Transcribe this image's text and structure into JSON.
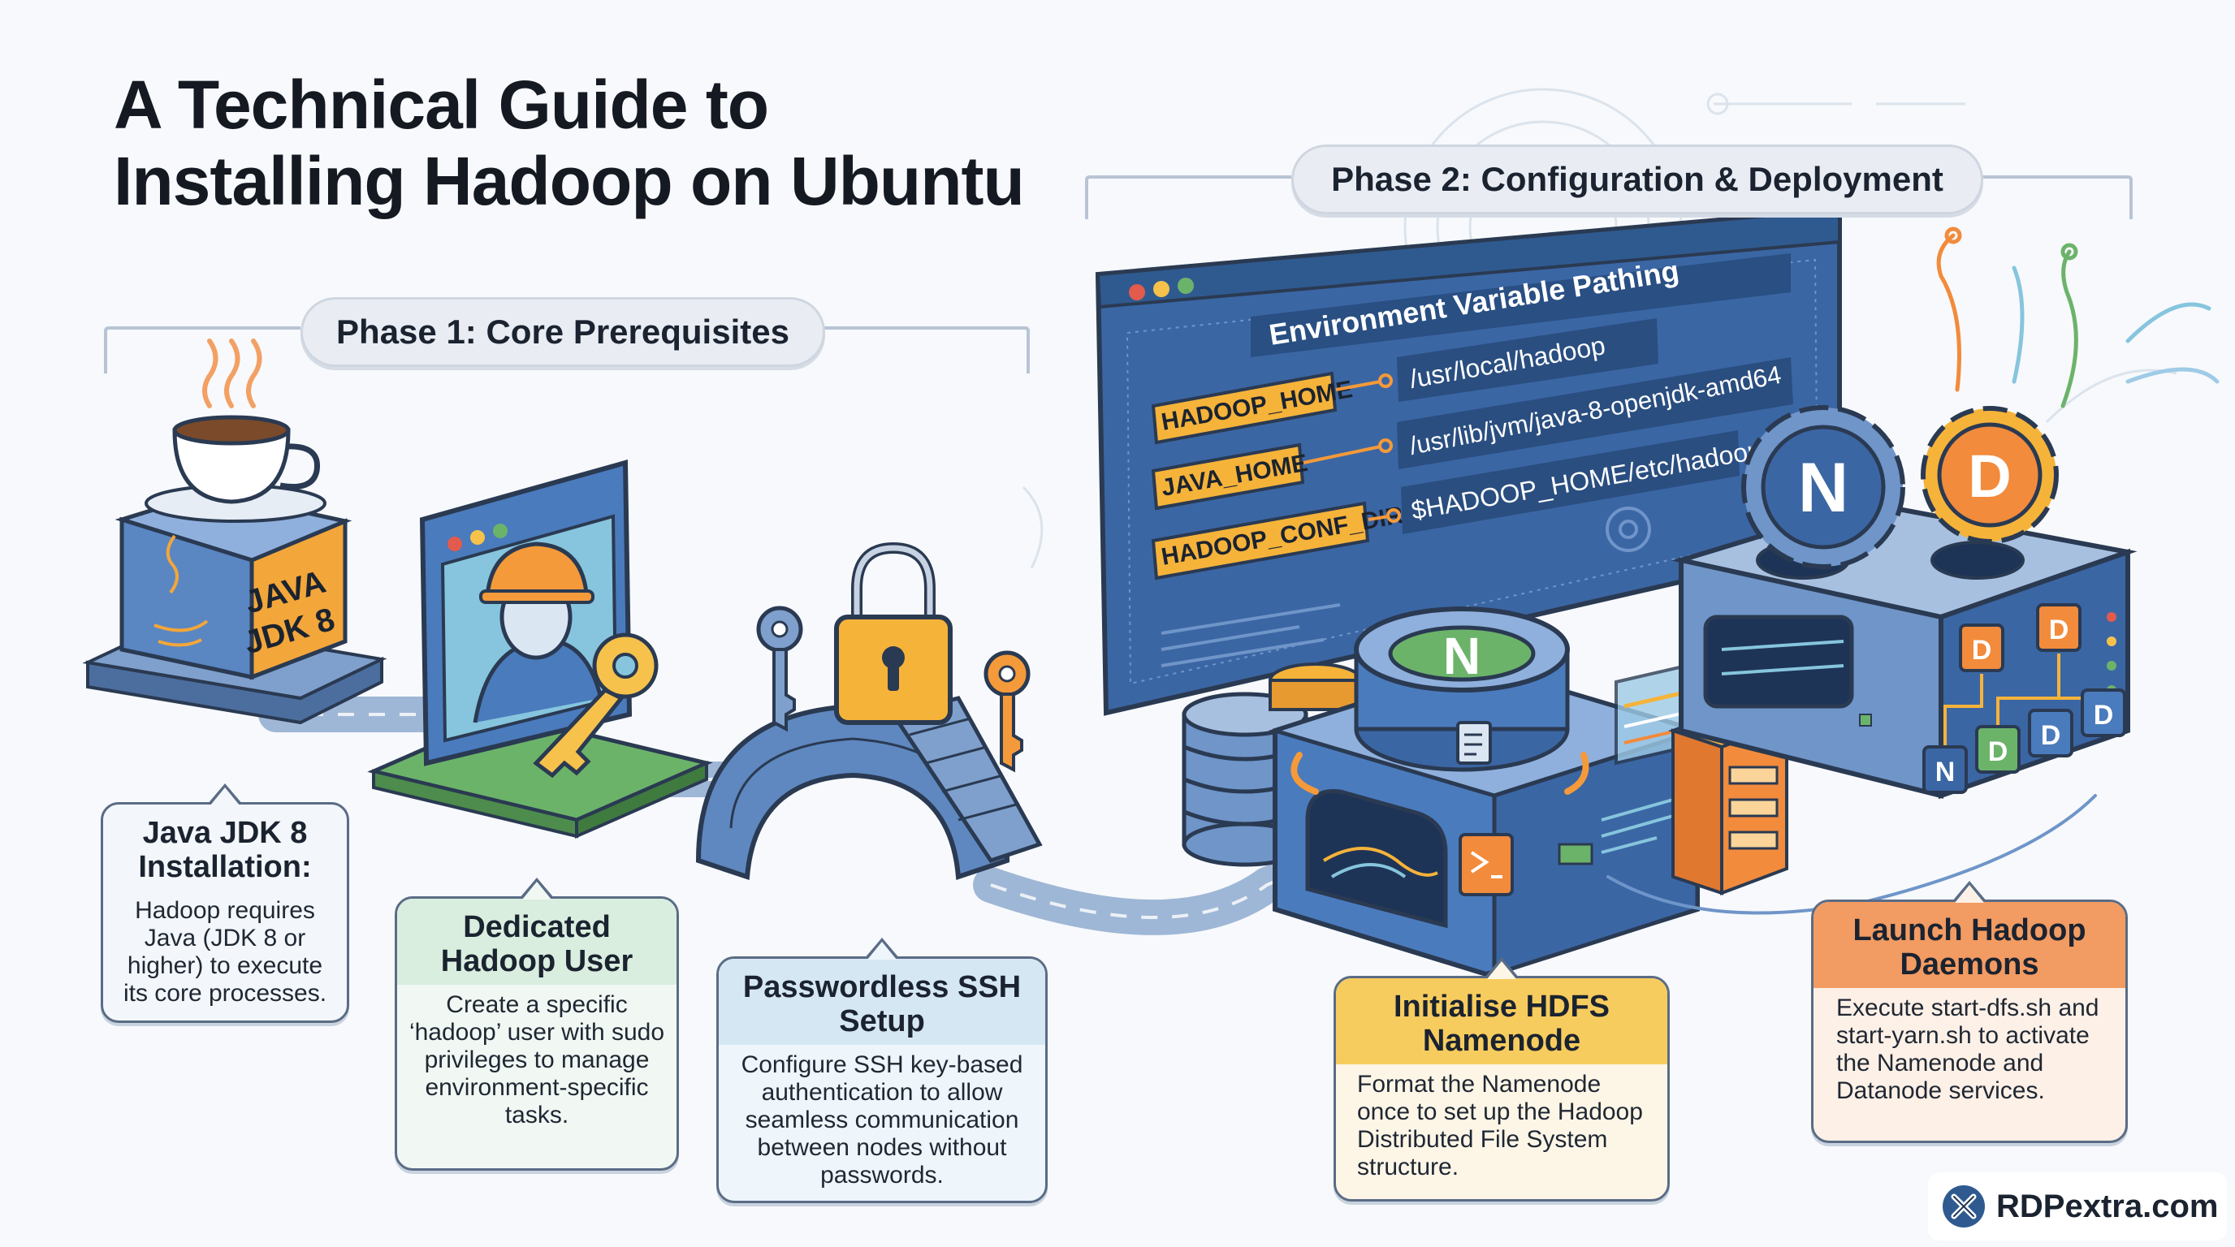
{
  "title": {
    "line1": "A Technical Guide to",
    "line2": "Installing Hadoop on Ubuntu"
  },
  "phases": {
    "phase1": "Phase 1: Core Prerequisites",
    "phase2": "Phase 2: Configuration & Deployment"
  },
  "java_box": {
    "label_line1": "JAVA",
    "label_line2": "JDK 8"
  },
  "env_panel": {
    "title": "Environment Variable Pathing",
    "vars": [
      {
        "name": "HADOOP_HOME",
        "value": "/usr/local/hadoop"
      },
      {
        "name": "JAVA_HOME",
        "value": "/usr/lib/jvm/java-8-openjdk-amd64"
      },
      {
        "name": "HADOOP_CONF_DIR",
        "value": "$HADOOP_HOME/etc/hadoop"
      }
    ]
  },
  "nodes": {
    "namenode_letter": "N",
    "datanode_letter": "D",
    "cluster_letters": [
      "D",
      "D",
      "N",
      "D",
      "D",
      "D"
    ]
  },
  "steps": [
    {
      "title": "Java JDK 8 Installation:",
      "body": "Hadoop requires Java (JDK 8 or higher) to execute its core processes."
    },
    {
      "title": "Dedicated Hadoop User",
      "body": "Create a specific ‘hadoop’ user with sudo privileges to manage environment-specific tasks."
    },
    {
      "title": "Passwordless SSH Setup",
      "body": "Configure SSH key-based authentication to allow seamless communication between nodes without passwords."
    },
    {
      "title": "Initialise HDFS Namenode",
      "body": "Format the Namenode once to set up the Hadoop Distributed File System structure."
    },
    {
      "title": "Launch Hadoop Daemons",
      "body": "Execute start-dfs.sh and start-yarn.sh to activate the Namenode and Datanode services."
    }
  ],
  "brand": {
    "name": "RDPextra.com"
  },
  "colors": {
    "blue_dark": "#2f5a8f",
    "blue_mid": "#4a7bbd",
    "orange": "#f28b3c",
    "yellow": "#f6c24b",
    "green": "#5fa860",
    "outline": "#2a3a52"
  }
}
